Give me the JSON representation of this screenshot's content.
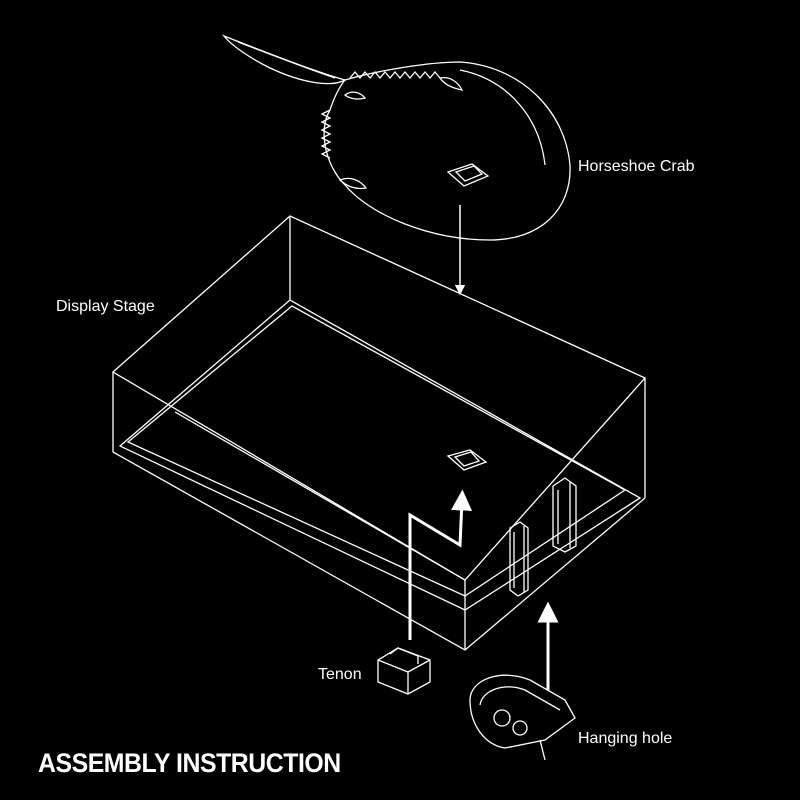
{
  "title": "ASSEMBLY INSTRUCTION",
  "labels": {
    "horseshoe_crab": "Horseshoe Crab",
    "display_stage": "Display Stage",
    "tenon": "Tenon",
    "hanging_hole": "Hanging hole"
  },
  "colors": {
    "background": "#000000",
    "line": "#ffffff"
  }
}
